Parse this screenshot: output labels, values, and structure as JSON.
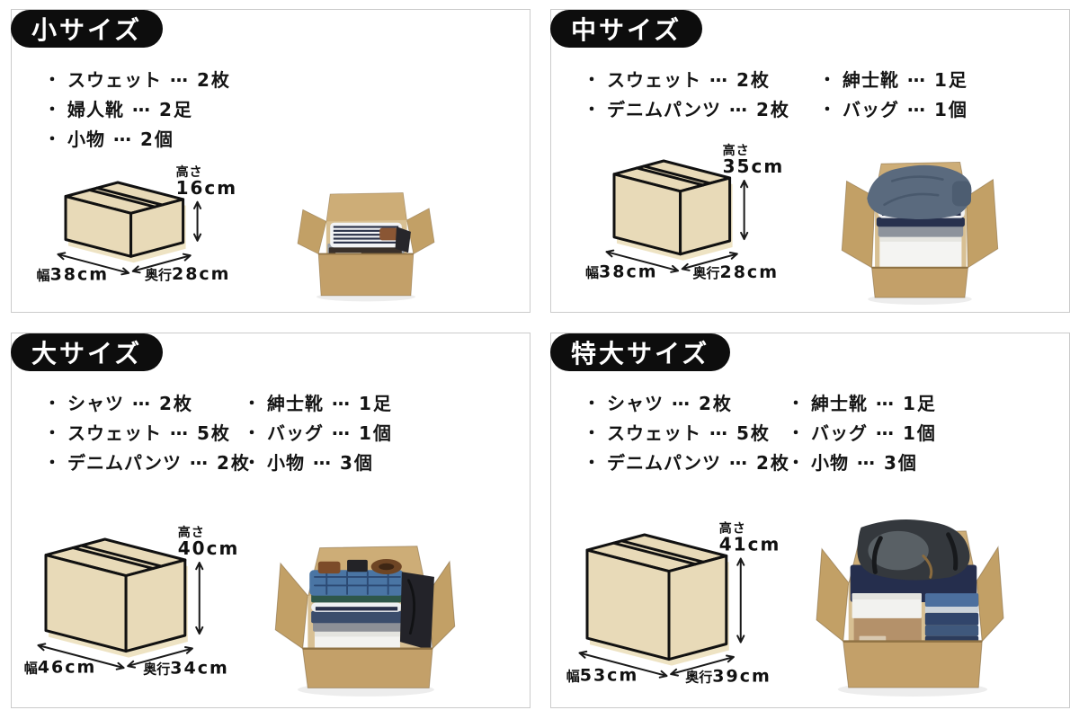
{
  "ui": {
    "bullet": "・"
  },
  "theme": {
    "pill_background": "#0d0d0d",
    "pill_text": "#ffffff",
    "panel_border": "#cbcbcb",
    "text_color": "#141414",
    "box_fill": "#e8dab8",
    "box_outline": "#111111",
    "box_shadow": "#ece0bd",
    "cardboard": "#c7a76f"
  },
  "panels": [
    {
      "id": "small",
      "size_label": "小サイズ",
      "items_col1": [
        {
          "name": "スウェット",
          "sep": "…",
          "count": "2枚"
        },
        {
          "name": "婦人靴",
          "sep": "…",
          "count": "2足"
        },
        {
          "name": "小物",
          "sep": "…",
          "count": "2個"
        }
      ],
      "items_col2": [],
      "dims": {
        "height_caption": "高さ",
        "height_value": "16cm",
        "width_caption": "幅",
        "width_value": "38cm",
        "depth_caption": "奥行",
        "depth_value": "28cm"
      }
    },
    {
      "id": "medium",
      "size_label": "中サイズ",
      "items_col1": [
        {
          "name": "スウェット",
          "sep": "…",
          "count": "2枚"
        },
        {
          "name": "デニムパンツ",
          "sep": "…",
          "count": "2枚"
        }
      ],
      "items_col2": [
        {
          "name": "紳士靴",
          "sep": "…",
          "count": "1足"
        },
        {
          "name": "バッグ",
          "sep": "…",
          "count": "1個"
        }
      ],
      "dims": {
        "height_caption": "高さ",
        "height_value": "35cm",
        "width_caption": "幅",
        "width_value": "38cm",
        "depth_caption": "奥行",
        "depth_value": "28cm"
      }
    },
    {
      "id": "large",
      "size_label": "大サイズ",
      "items_col1": [
        {
          "name": "シャツ",
          "sep": "…",
          "count": "2枚"
        },
        {
          "name": "スウェット",
          "sep": "…",
          "count": "5枚"
        },
        {
          "name": "デニムパンツ",
          "sep": "…",
          "count": "2枚"
        }
      ],
      "items_col2": [
        {
          "name": "紳士靴",
          "sep": "…",
          "count": "1足"
        },
        {
          "name": "バッグ",
          "sep": "…",
          "count": "1個"
        },
        {
          "name": "小物",
          "sep": "…",
          "count": "3個"
        }
      ],
      "dims": {
        "height_caption": "高さ",
        "height_value": "40cm",
        "width_caption": "幅",
        "width_value": "46cm",
        "depth_caption": "奥行",
        "depth_value": "34cm"
      }
    },
    {
      "id": "xl",
      "size_label": "特大サイズ",
      "items_col1": [
        {
          "name": "シャツ",
          "sep": "…",
          "count": "2枚"
        },
        {
          "name": "スウェット",
          "sep": "…",
          "count": "5枚"
        },
        {
          "name": "デニムパンツ",
          "sep": "…",
          "count": "2枚"
        }
      ],
      "items_col2": [
        {
          "name": "紳士靴",
          "sep": "…",
          "count": "1足"
        },
        {
          "name": "バッグ",
          "sep": "…",
          "count": "1個"
        },
        {
          "name": "小物",
          "sep": "…",
          "count": "3個"
        }
      ],
      "dims": {
        "height_caption": "高さ",
        "height_value": "41cm",
        "width_caption": "幅",
        "width_value": "53cm",
        "depth_caption": "奥行",
        "depth_value": "39cm"
      }
    }
  ]
}
